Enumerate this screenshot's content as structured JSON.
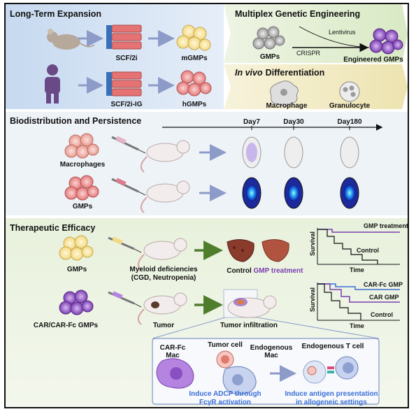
{
  "sections": {
    "expansion": {
      "title": "Long-Term Expansion",
      "mouse_culture": "SCF/2i",
      "mouse_cells": "mGMPs",
      "human_culture": "SCF/2i-IG",
      "human_cells": "hGMPs"
    },
    "engineering": {
      "title": "Multiplex Genetic Engineering",
      "source": "GMPs",
      "method_1": "Lentivirus",
      "method_2": "CRISPR",
      "result": "Engineered GMPs"
    },
    "differentiation": {
      "title_italic": "In vivo",
      "title_rest": "Differentiation",
      "cell_1": "Macrophage",
      "cell_2": "Granulocyte"
    },
    "biodistribution": {
      "title": "Biodistribution and Persistence",
      "days": [
        "Day7",
        "Day30",
        "Day180"
      ],
      "row_1": "Macrophages",
      "row_2": "GMPs"
    },
    "efficacy": {
      "title": "Therapeutic Efficacy",
      "row1_cells": "GMPs",
      "row1_condition_1": "Myeloid deficiencies",
      "row1_condition_2": "(CGD, Neutropenia)",
      "liver_control": "Control",
      "liver_treated": "GMP treatment",
      "row2_cells": "CAR/CAR-Fc GMPs",
      "row2_condition": "Tumor",
      "row2_result": "Tumor infiltration",
      "chart1": {
        "ylabel": "Survival",
        "xlabel": "Time",
        "series_1": "GMP treatment",
        "series_2": "Control"
      },
      "chart2": {
        "ylabel": "Survival",
        "xlabel": "Time",
        "series_1": "CAR-Fc GMP",
        "series_2": "CAR GMP",
        "series_3": "Control"
      }
    },
    "mechanism": {
      "car_fc_mac_1": "CAR-Fc",
      "car_fc_mac_2": "Mac",
      "tumor_cell": "Tumor cell",
      "endo_mac_1": "Endogenous",
      "endo_mac_2": "Mac",
      "endo_t": "Endogenous T cell",
      "adcp_1": "Induce ADCP through",
      "adcp_2": "FcγR activation",
      "antigen_1": "Induce antigen presentation",
      "antigen_2": "in allogeneic settings"
    }
  },
  "colors": {
    "expansion_bg": "#cfe0f3",
    "engineering_bg": "#e6f1d8",
    "differentiation_bg": "#f5f0cf",
    "bio_bg": "#eef3f8",
    "efficacy_bg": "#e9f2df",
    "purple": "#7a3fb0",
    "blue": "#3b6fd6",
    "arrow": "#8c9bc8",
    "green_arrow": "#4e7d2b"
  }
}
